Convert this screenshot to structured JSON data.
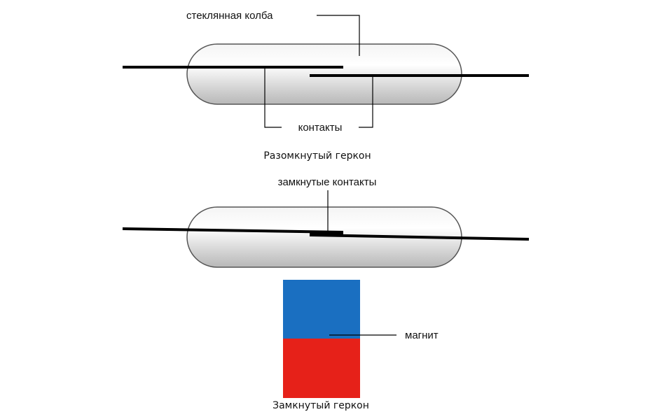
{
  "open_reed_switch": {
    "label_glass_bulb": "стеклянная колба",
    "label_contacts": "контакты",
    "caption": "Разомкнутый геркон"
  },
  "closed_reed_switch": {
    "label_closed_contacts": "замкнутые контакты",
    "label_magnet": "магнит",
    "caption": "Замкнутый геркон"
  },
  "colors": {
    "magnet_north": "#1a6fc1",
    "magnet_south": "#e62119",
    "wire": "#000000",
    "bulb_stroke": "#555555"
  }
}
